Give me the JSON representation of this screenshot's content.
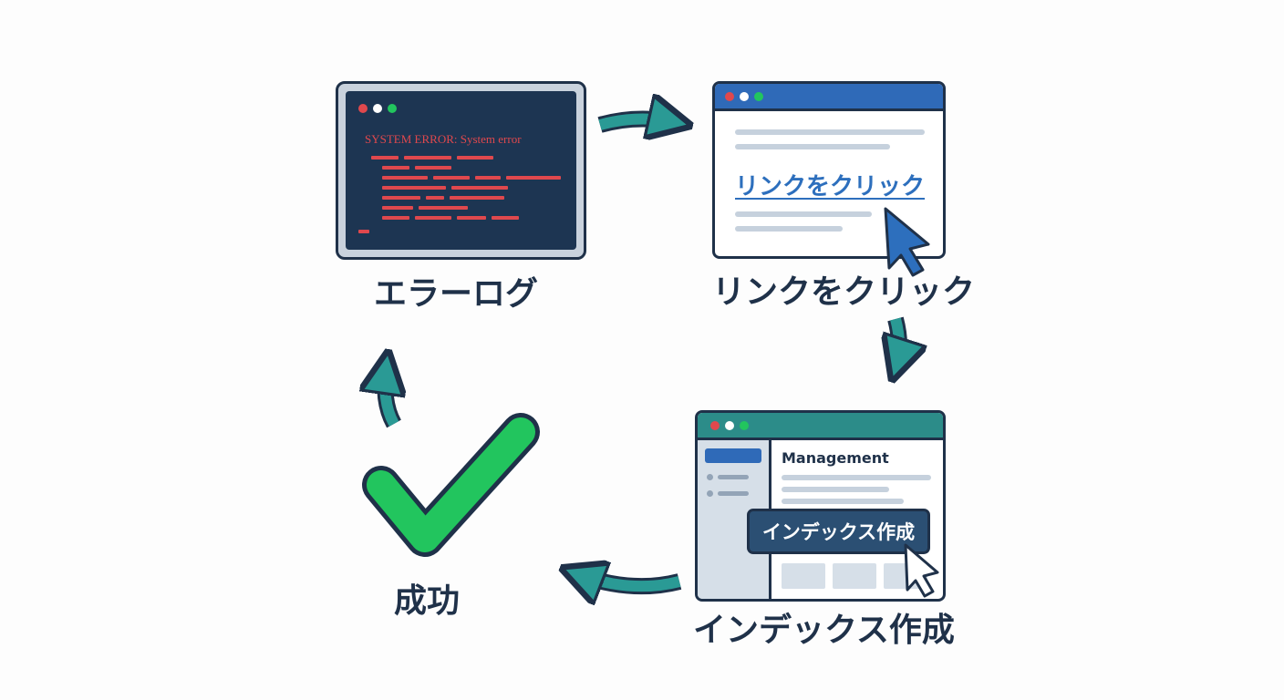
{
  "stages": {
    "error_log": {
      "label": "エラーログ",
      "window_text": "SYSTEM ERROR: System error"
    },
    "click_link": {
      "label": "リンクをクリック",
      "link_text": "リンクをクリック"
    },
    "create_index": {
      "label": "インデックス作成",
      "header_text": "Management",
      "button_text": "インデックス作成"
    },
    "success": {
      "label": "成功"
    }
  },
  "colors": {
    "navy": "#1f3149",
    "arrow_teal": "#2a9a95",
    "check_green": "#22c55e",
    "error_red": "#e0484d",
    "link_blue": "#2d6fbd",
    "titlebar_blue": "#2f6ab8",
    "titlebar_teal": "#2c8c89"
  },
  "icons": [
    "terminal-window",
    "browser-window",
    "cursor-arrow",
    "checkmark-icon",
    "cycle-arrow"
  ]
}
